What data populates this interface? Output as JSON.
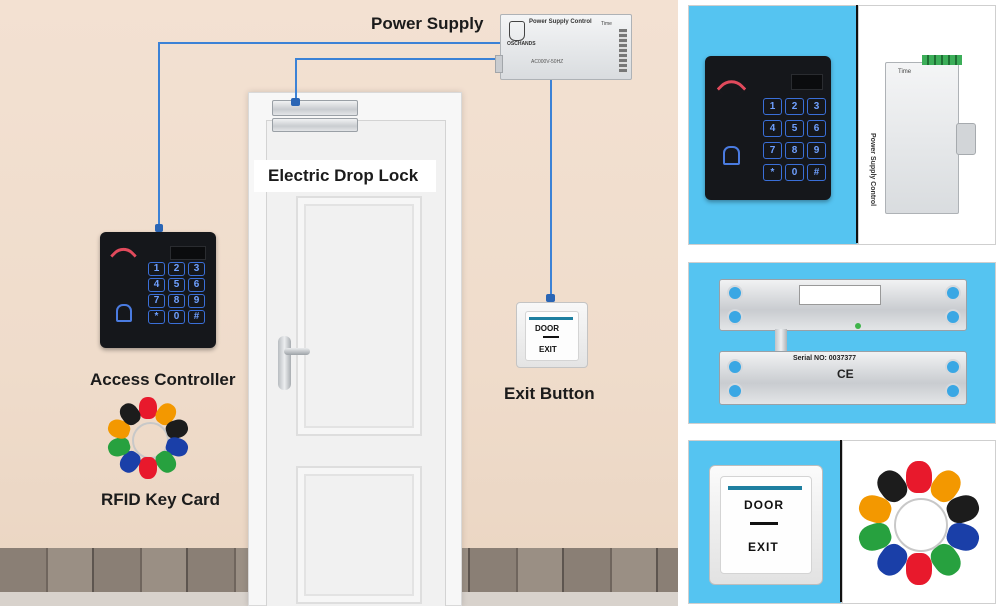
{
  "labels": {
    "power_supply": "Power Supply",
    "electric_drop_lock": "Electric Drop Lock",
    "access_controller": "Access Controller",
    "exit_button": "Exit Button",
    "rfid_key_card": "RFID Key Card"
  },
  "keypad": {
    "keys": [
      "1",
      "2",
      "3",
      "4",
      "5",
      "6",
      "7",
      "8",
      "9",
      "*",
      "0",
      "#"
    ]
  },
  "psu": {
    "title": "Power Supply Control",
    "brand": "OSCHANDS",
    "model": "AC000V-50HZ",
    "time_label": "Time"
  },
  "exit_btn": {
    "door": "DOOR",
    "exit": "EXIT"
  },
  "lock_detail": {
    "serial": "Serial NO: 0037377",
    "ce": "CE"
  },
  "colors": {
    "wire": "#3c82d6",
    "panel_bg": "#55c4f1",
    "wall": "#efdccb"
  },
  "fob_colors": [
    "#e8192c",
    "#f39800",
    "#1c1c1c",
    "#1a3fa8",
    "#27a13f",
    "#e8192c",
    "#1a3fa8",
    "#27a13f",
    "#f39800",
    "#1c1c1c"
  ]
}
